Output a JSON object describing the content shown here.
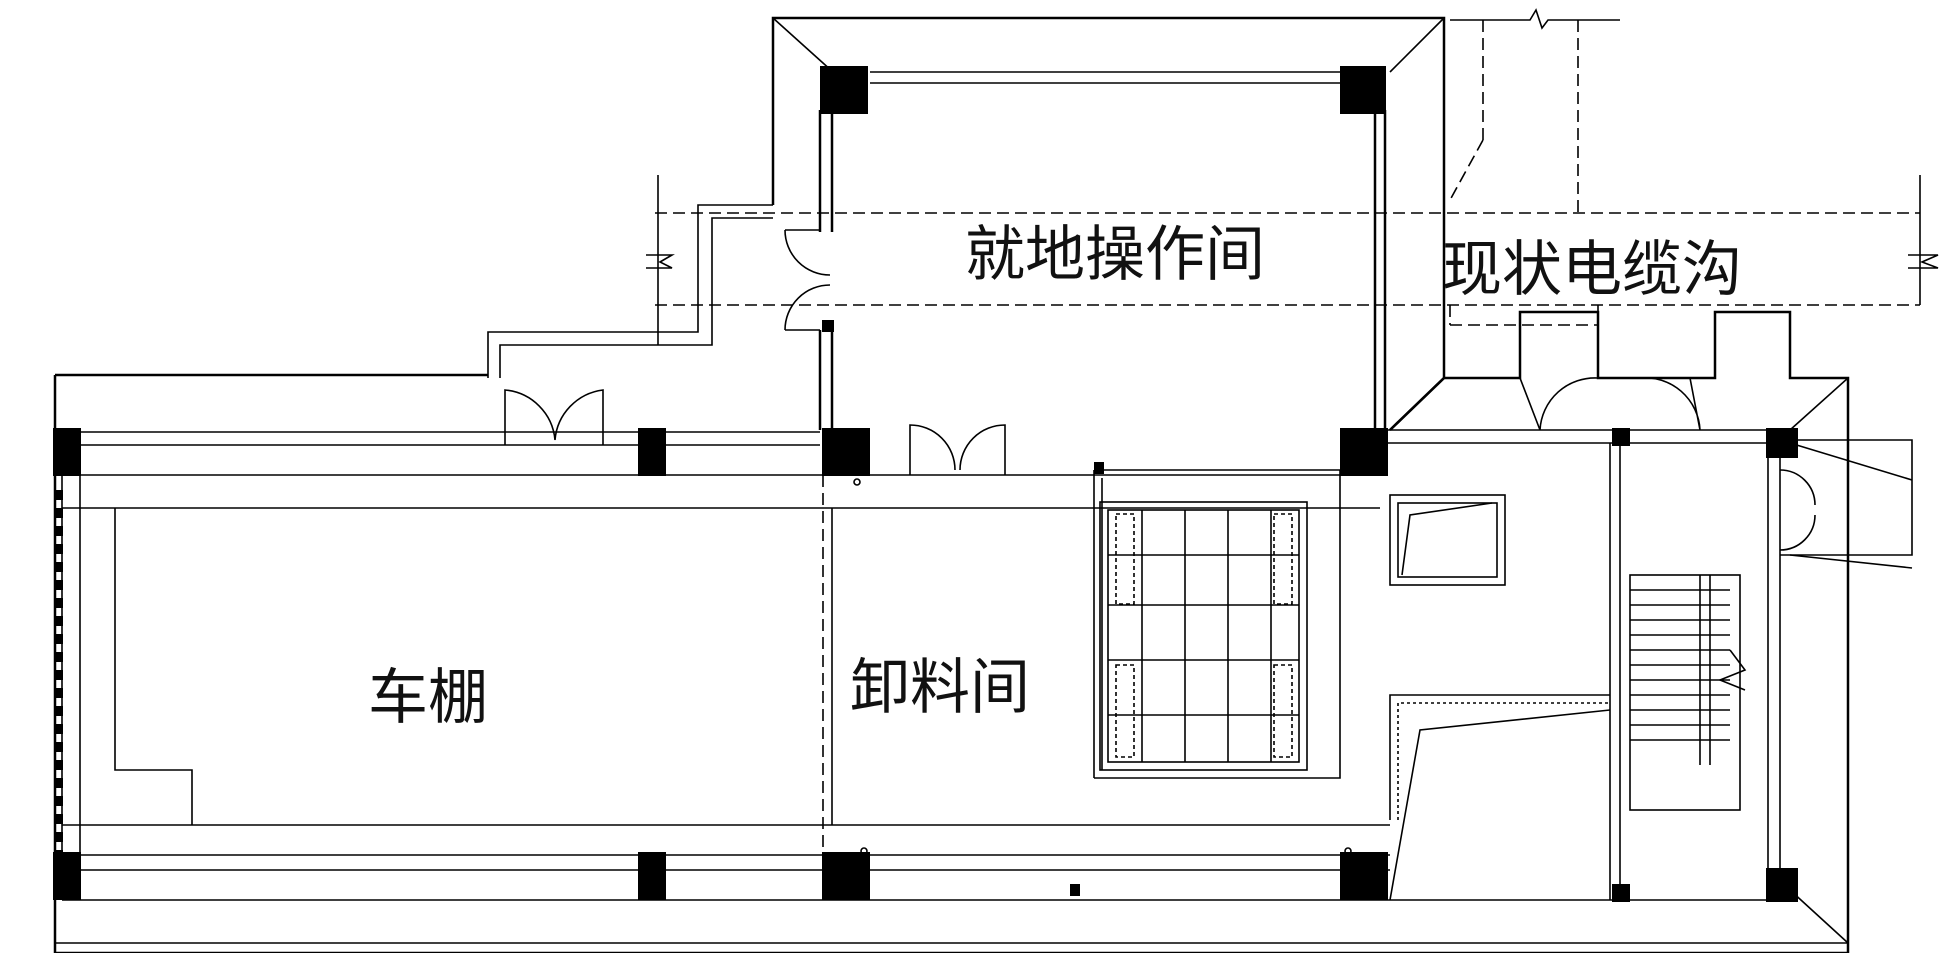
{
  "labels": {
    "control_room": "就地操作间",
    "cable_trench": "现状电缆沟",
    "carport": "车棚",
    "unloading_room": "卸料间"
  }
}
